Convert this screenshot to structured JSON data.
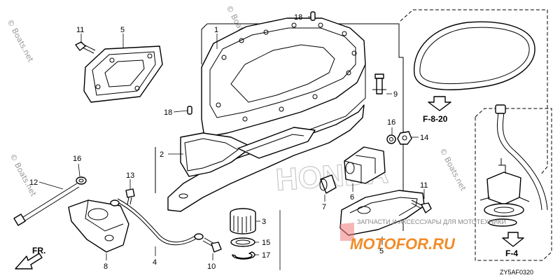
{
  "callouts": [
    "1",
    "2",
    "3",
    "4",
    "5",
    "5",
    "6",
    "7",
    "8",
    "9",
    "10",
    "11",
    "11",
    "12",
    "13",
    "14",
    "15",
    "16",
    "16",
    "17",
    "18",
    "18"
  ],
  "refs": {
    "gasket_group": "F-8-20",
    "pump_group": "F-4"
  },
  "front": "FR.",
  "diagram_code": "ZY5AF0320",
  "watermarks": {
    "boats": "© Boats.net",
    "brand": "HONDA",
    "line": "ЗАПЧАСТИ И АКСЕССУАРЫ ДЛЯ МОТОТЕХНИКИ",
    "shop": "MOTOFOR.RU"
  }
}
